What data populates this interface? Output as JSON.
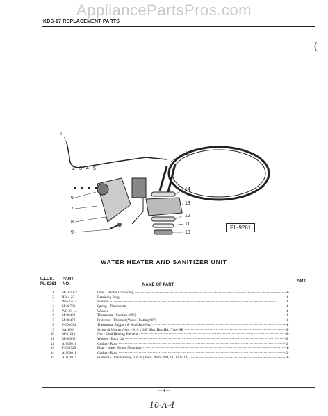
{
  "watermark": "AppliancePartsPros.com",
  "header": {
    "label": "KDS-17 REPLACEMENT PARTS"
  },
  "diagram": {
    "callouts": [
      "1",
      "2",
      "3",
      "4",
      "5",
      "6",
      "7",
      "8",
      "9",
      "10",
      "11",
      "12",
      "13",
      "14",
      "15"
    ],
    "plate_label": "PL-9261"
  },
  "section_title": "WATER HEATER AND SANITIZER UNIT",
  "table": {
    "headers": {
      "illus_line1": "ILLUS.",
      "illus_line2": "PL-9261",
      "part_line1": "PART",
      "part_line2": "NO.",
      "name": "NAME OF PART",
      "amt": "AMT."
    },
    "rows": [
      {
        "illus": "1",
        "part": "M-102052",
        "name": "Lead - Heater Grounding",
        "amt": "1"
      },
      {
        "illus": "2",
        "part": "RR-4-23",
        "name": "Retaining Ring",
        "amt": "4"
      },
      {
        "illus": "3",
        "part": "WS-23-14",
        "name": "Washer",
        "amt": "4"
      },
      {
        "illus": "4",
        "part": "M-82790",
        "name": "Spring - Thermostat",
        "amt": "4"
      },
      {
        "illus": "5",
        "part": "WS-23-14",
        "name": "Washer",
        "amt": "4"
      },
      {
        "illus": "6",
        "part": "M-88469",
        "name": "Thermostat (Sanitize, #86)",
        "amt": "1"
      },
      {
        "illus": "7",
        "part": "M-88470",
        "name": "Protector - Thermal (Water Heating #87)",
        "amt": "1"
      },
      {
        "illus": "8",
        "part": "P-101634",
        "name": "Thermostat Support & Stud Sub-Assy.",
        "amt": "1"
      },
      {
        "illus": "9",
        "part": "SA-16-6",
        "name": "Screw & Washer Assy. - #10 x 3/8\" Slot. Hex Hd., Type AB",
        "amt": "2"
      },
      {
        "illus": "10",
        "part": "M-81215",
        "name": "Nut - Dual Heating Element",
        "amt": "2"
      },
      {
        "illus": "11",
        "part": "M-88665",
        "name": "Washer - Back Up",
        "amt": "2"
      },
      {
        "illus": "12",
        "part": "A-100011",
        "name": "Gasket - Ring",
        "amt": "2"
      },
      {
        "illus": "13",
        "part": "P-101529",
        "name": "Plate - Water Heater Mounting",
        "amt": "1"
      },
      {
        "illus": "14",
        "part": "A-100011",
        "name": "Gasket - Ring",
        "amt": "2"
      },
      {
        "illus": "15",
        "part": "A-102874",
        "name": "Element - Dual Heating (115 V.) Incls. Items #10, 11, 12 & 14)",
        "amt": "1"
      }
    ]
  },
  "footer": {
    "page": "— 4 —",
    "handwritten": "10-A-4"
  }
}
